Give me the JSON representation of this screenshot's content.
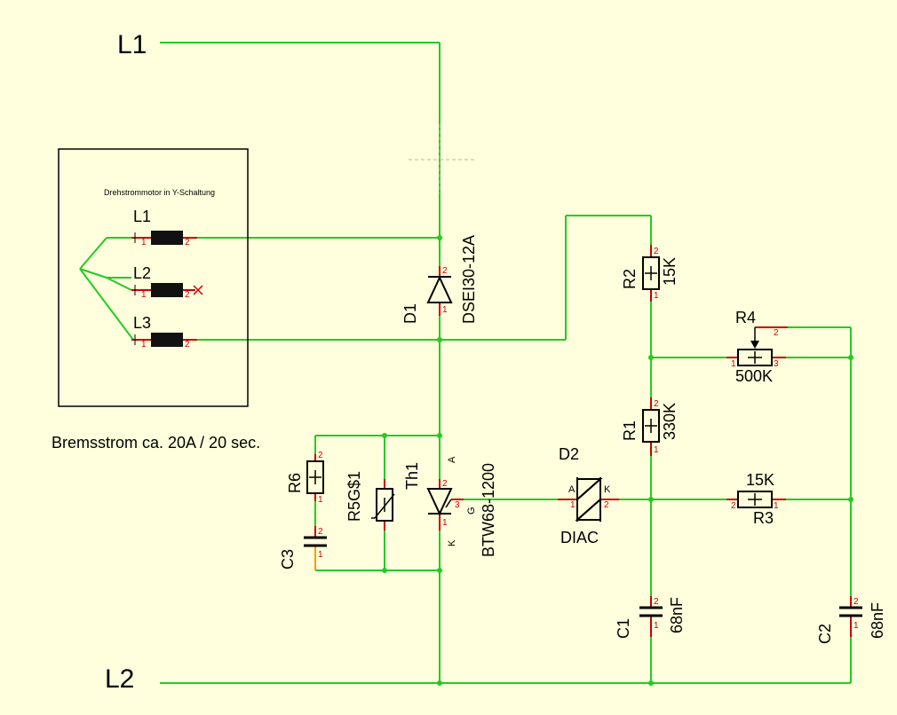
{
  "rails": {
    "l1": "L1",
    "l2": "L2"
  },
  "motor": {
    "title": "Drehstrommotor in Y-Schaltung",
    "windings": [
      {
        "name": "L1",
        "pin1": "1",
        "pin2": "2"
      },
      {
        "name": "L2",
        "pin1": "1",
        "pin2": "2"
      },
      {
        "name": "L3",
        "pin1": "1",
        "pin2": "2"
      }
    ]
  },
  "note": "Bremsstrom ca. 20A / 20 sec.",
  "parts": {
    "d1": {
      "name": "D1",
      "value": "DSEI30-12A",
      "pin_top": "2",
      "pin_bottom": "1"
    },
    "r2": {
      "name": "R2",
      "value": "15K",
      "pin_top": "2",
      "pin_bottom": "1"
    },
    "r4": {
      "name": "R4",
      "value": "500K",
      "pin1": "1",
      "pin2": "2",
      "pin3": "3"
    },
    "r1": {
      "name": "R1",
      "value": "330K",
      "pin_top": "2",
      "pin_bottom": "1"
    },
    "r3": {
      "name": "R3",
      "value": "15K",
      "pin1": "1",
      "pin2": "2"
    },
    "r6": {
      "name": "R6",
      "pin_top": "2",
      "pin_bottom": "1"
    },
    "c3": {
      "name": "C3",
      "pin_top": "2",
      "pin_bottom": "1"
    },
    "th1": {
      "name": "Th1",
      "value": "R5G$1"
    },
    "triac": {
      "value": "BTW68-1200",
      "anode": "A",
      "cathode": "K",
      "gate": "G",
      "pin_a": "2",
      "pin_k": "1",
      "pin_g": "3"
    },
    "d2": {
      "name": "D2",
      "value": "DIAC",
      "anode": "A",
      "cathode": "K",
      "pin1": "1",
      "pin2": "2"
    },
    "c1": {
      "name": "C1",
      "value": "68nF",
      "pin_top": "2",
      "pin_bottom": "1"
    },
    "c2": {
      "name": "C2",
      "value": "68nF",
      "pin_top": "2",
      "pin_bottom": "1"
    }
  }
}
